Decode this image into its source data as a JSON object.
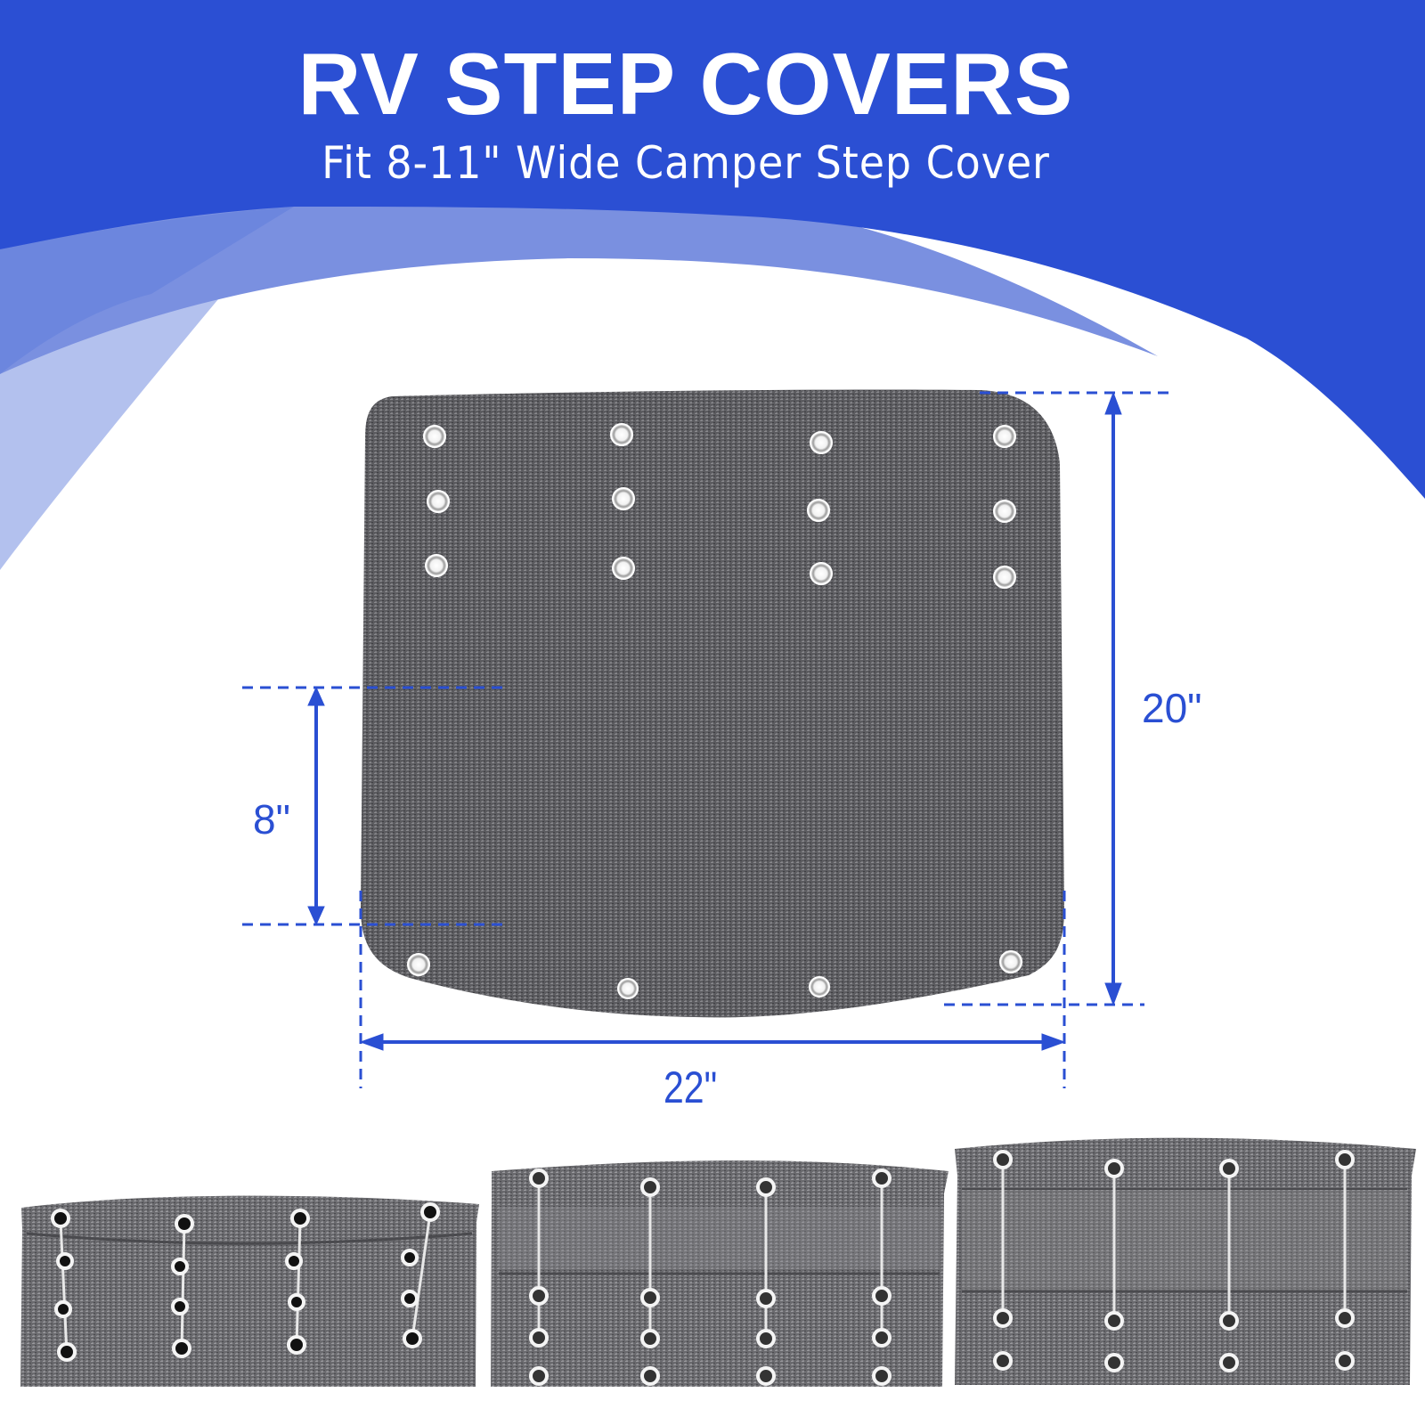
{
  "header": {
    "title": "RV STEP COVERS",
    "subtitle": "Fit 8-11\" Wide Camper Step Cover"
  },
  "product_diagram": {
    "dimensions": {
      "height": "20\"",
      "flap_height": "8\"",
      "width": "22\""
    },
    "grommets_top_rows": 3,
    "grommets_top_columns": 4,
    "grommets_bottom_row": 4
  },
  "installed_examples": [
    {
      "name": "installed-cover-1",
      "columns": 4
    },
    {
      "name": "installed-cover-2",
      "columns": 4
    },
    {
      "name": "installed-cover-3",
      "columns": 4
    }
  ],
  "colors": {
    "brand_blue": "#2b4fd3",
    "band_mid": "#6c86de",
    "band_light": "#b3c1ee",
    "carpet_gray": "#5f5f62",
    "dimension_blue": "#2a4fd3"
  }
}
